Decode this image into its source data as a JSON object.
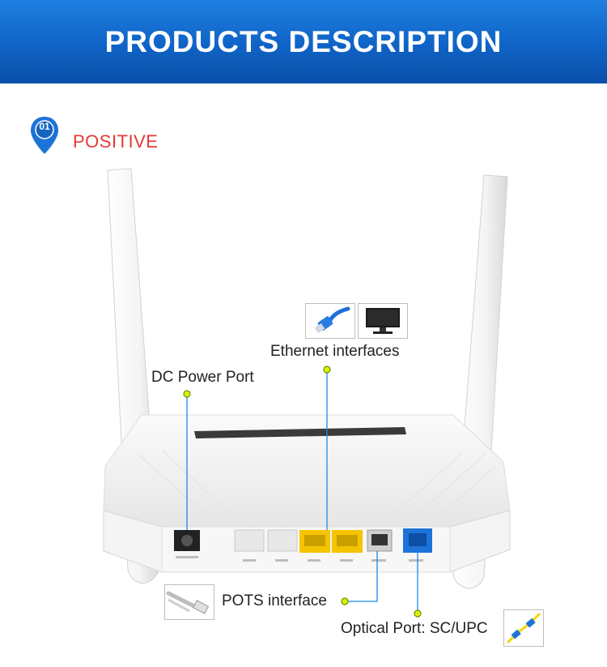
{
  "header": {
    "title": "PRODUCTS DESCRIPTION"
  },
  "section": {
    "number": "01",
    "label": "POSITIVE"
  },
  "callouts": {
    "ethernet": "Ethernet interfaces",
    "dc_power": "DC Power Port",
    "pots": "POTS interface",
    "optical": "Optical Port: SC/UPC"
  },
  "icons": [
    "location-pin-icon",
    "ethernet-cable-icon",
    "monitor-icon",
    "phone-cable-icon",
    "fiber-cable-icon"
  ],
  "colors": {
    "banner": "#0f63c6",
    "accent_red": "#e53935",
    "callout_dot": "#d9f400",
    "callout_line": "#1e88e5",
    "lan_yellow": "#f5c400",
    "pon_blue": "#1e73d8"
  }
}
